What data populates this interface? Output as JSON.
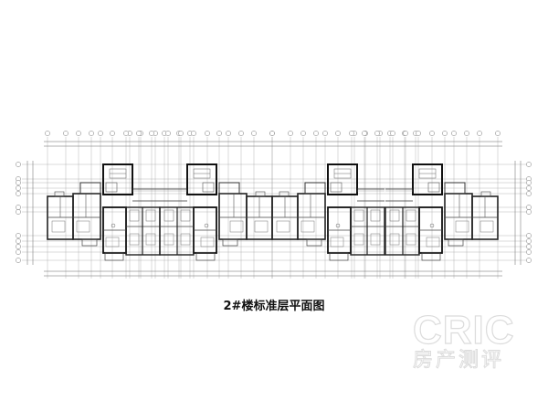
{
  "drawing": {
    "title": "2#楼标准层平面图",
    "line_color": "#333333",
    "grid_color": "#9a9a9a"
  },
  "watermark": {
    "logo": "CRIC",
    "subtitle": "房产测评",
    "color": "#dcdcdc"
  }
}
